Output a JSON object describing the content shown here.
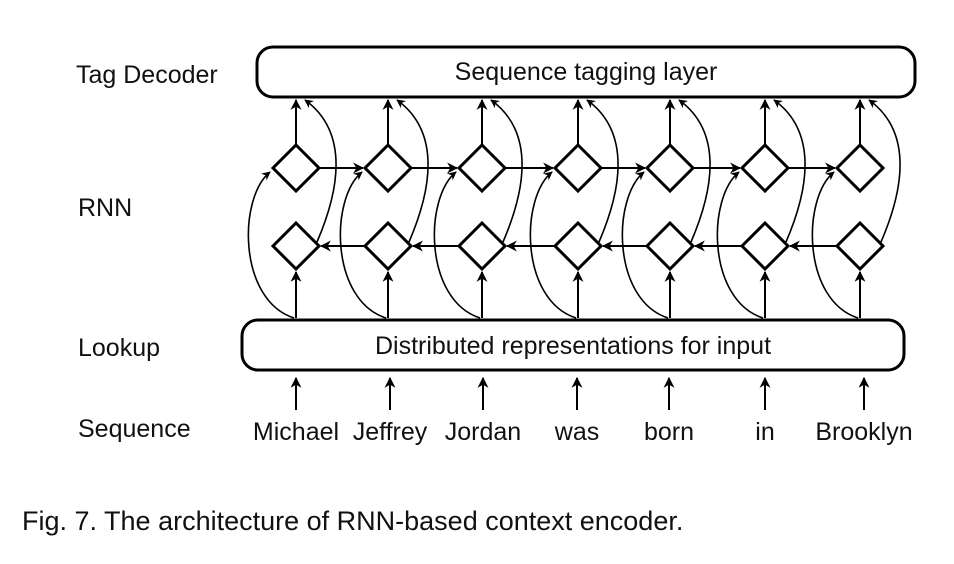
{
  "rows": {
    "decoder": "Tag Decoder",
    "rnn": "RNN",
    "lookup": "Lookup",
    "sequence": "Sequence"
  },
  "boxes": {
    "decoder": "Sequence tagging layer",
    "lookup": "Distributed representations for input"
  },
  "tokens": [
    "Michael",
    "Jeffrey",
    "Jordan",
    "was",
    "born",
    "in",
    "Brooklyn"
  ],
  "caption": "Fig. 7. The architecture of RNN-based context encoder."
}
